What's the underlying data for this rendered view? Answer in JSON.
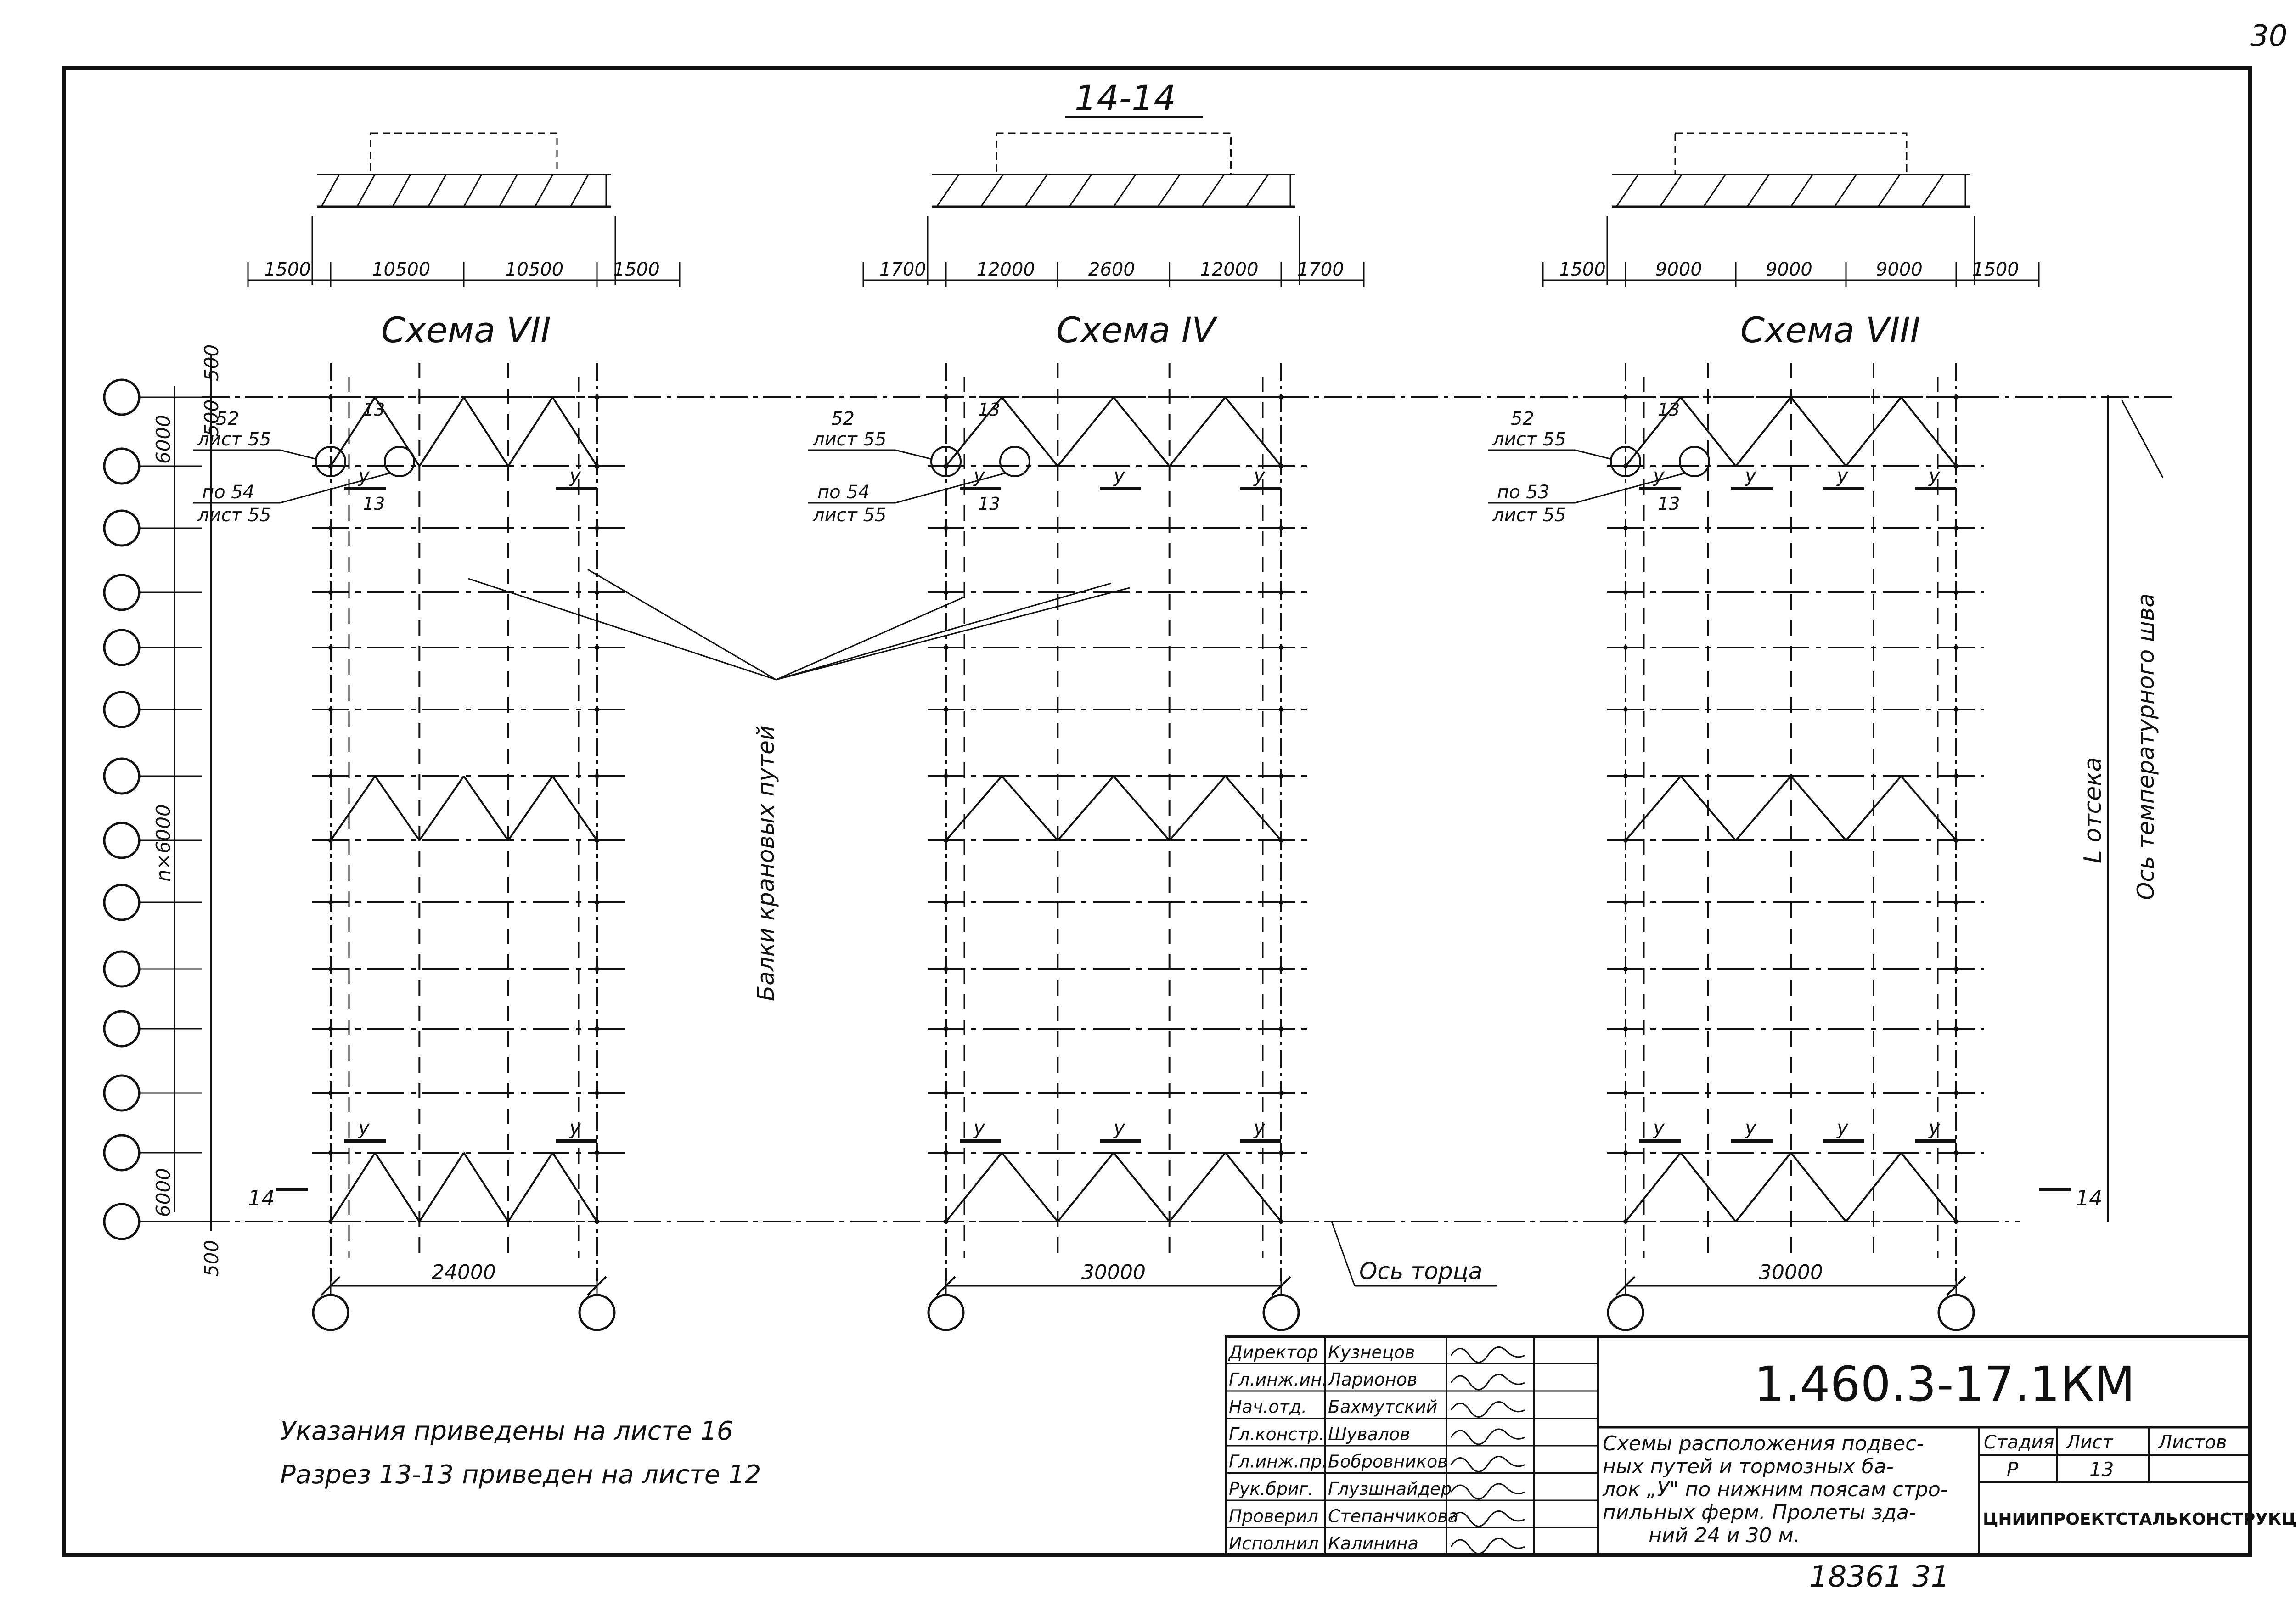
{
  "page_number": "30",
  "section_title": "14-14",
  "schemes": [
    {
      "title": "Схема VII",
      "section_dims": [
        "1500",
        "10500",
        "10500",
        "1500"
      ],
      "span_dim": "24000",
      "callouts": [
        {
          "num": "52",
          "sheet": "лист 55"
        },
        {
          "num": "по 54",
          "sheet": "лист 55"
        }
      ],
      "y_labels": [
        "у",
        "у",
        "у",
        "у"
      ],
      "section_marks": [
        "13",
        "13"
      ]
    },
    {
      "title": "Схема IV",
      "section_dims": [
        "1700",
        "12000",
        "2600",
        "12000",
        "1700"
      ],
      "span_dim": "30000",
      "callouts": [
        {
          "num": "52",
          "sheet": "лист 55"
        },
        {
          "num": "по 54",
          "sheet": "лист 55"
        }
      ],
      "y_labels": [
        "у",
        "у",
        "у",
        "у",
        "у",
        "у"
      ],
      "section_marks": [
        "13",
        "13"
      ]
    },
    {
      "title": "Схема VIII",
      "section_dims": [
        "1500",
        "9000",
        "9000",
        "9000",
        "1500"
      ],
      "span_dim": "30000",
      "callouts": [
        {
          "num": "52",
          "sheet": "лист 55"
        },
        {
          "num": "по 53",
          "sheet": "лист 55"
        }
      ],
      "y_labels": [
        "у",
        "у",
        "у",
        "у",
        "у",
        "у",
        "у",
        "у"
      ],
      "section_marks": [
        "13",
        "13"
      ]
    }
  ],
  "left_dims": {
    "top_500": "500",
    "top_6000": "6000",
    "top_500b": "500",
    "mid": "n×6000",
    "bottom_6000": "6000",
    "bottom_500": "500"
  },
  "section_cut_left": "14",
  "section_cut_right": "14",
  "beam_label": "Балки крановых путей",
  "l_label": "L отсека",
  "axis_temp_label": "Ось температурного шва",
  "axis_end_label": "Ось торца",
  "notes": [
    "Указания приведены на листе 16",
    "Разрез 13-13 приведен на листе 12"
  ],
  "title_block": {
    "staff": [
      {
        "role": "Директор",
        "name": "Кузнецов"
      },
      {
        "role": "Гл.инж.ин.",
        "name": "Ларионов"
      },
      {
        "role": "Нач.отд.",
        "name": "Бахмутский"
      },
      {
        "role": "Гл.констр.",
        "name": "Шувалов"
      },
      {
        "role": "Гл.инж.пр.",
        "name": "Бобровников"
      },
      {
        "role": "Рук.бриг.",
        "name": "Глузшнайдер"
      },
      {
        "role": "Проверил",
        "name": "Степанчикова"
      },
      {
        "role": "Исполнил",
        "name": "Калинина"
      }
    ],
    "doc_code": "1.460.3-17.1КМ",
    "description": [
      "Схемы расположения подвес-",
      "ных путей и тормозных ба-",
      "лок „У\" по нижним поясам стро-",
      "пильных ферм. Пролеты зда-",
      "ний 24 и 30 м."
    ],
    "stage_header": "Стадия",
    "sheet_header": "Лист",
    "sheets_header": "Листов",
    "stage": "Р",
    "sheet": "13",
    "sheets": "",
    "organization": "ЦНИИПРОЕКТСТАЛЬКОНСТРУКЦИЯ"
  },
  "bottom_number": "18361 31"
}
